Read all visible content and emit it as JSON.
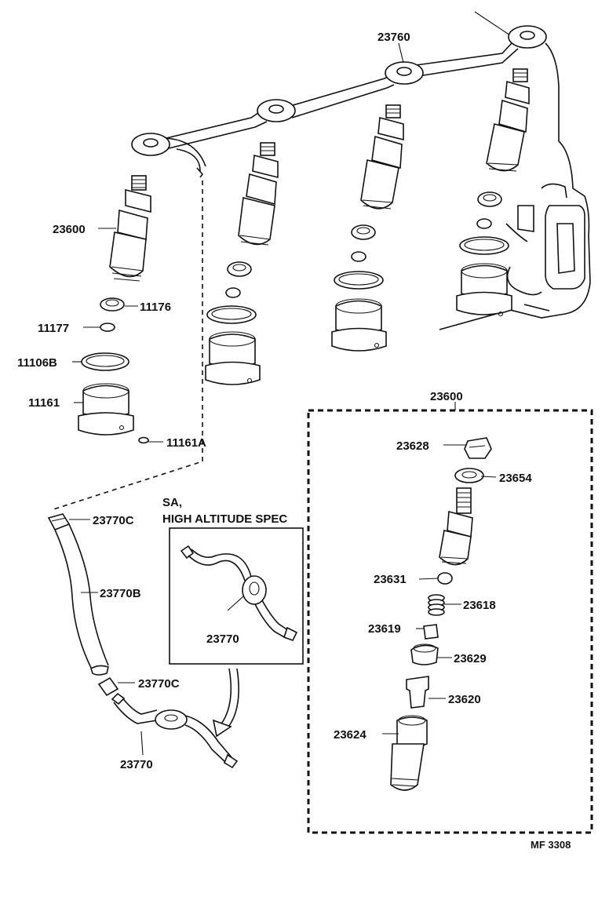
{
  "labels": {
    "pipe_main": "23760",
    "nozzle_a": "23600",
    "seat": "11176",
    "washer_small": "11177",
    "gasket": "11106B",
    "sleeve": "11161",
    "pin": "11161A",
    "clamp_top": "23770C",
    "hose": "23770B",
    "clamp_bottom": "23770C",
    "leak_pipe": "23770",
    "inset_pipe": "23770",
    "exploded_assembly": "23600",
    "nut": "23628",
    "washer": "23654",
    "ball": "23631",
    "spring": "23618",
    "pressure_pin": "23619",
    "retainer": "23629",
    "needle": "23620",
    "body": "23624"
  },
  "inset": {
    "line1": "SA,",
    "line2": "HIGH ALTITUDE SPEC"
  },
  "footer": {
    "code": "MF 3308"
  }
}
